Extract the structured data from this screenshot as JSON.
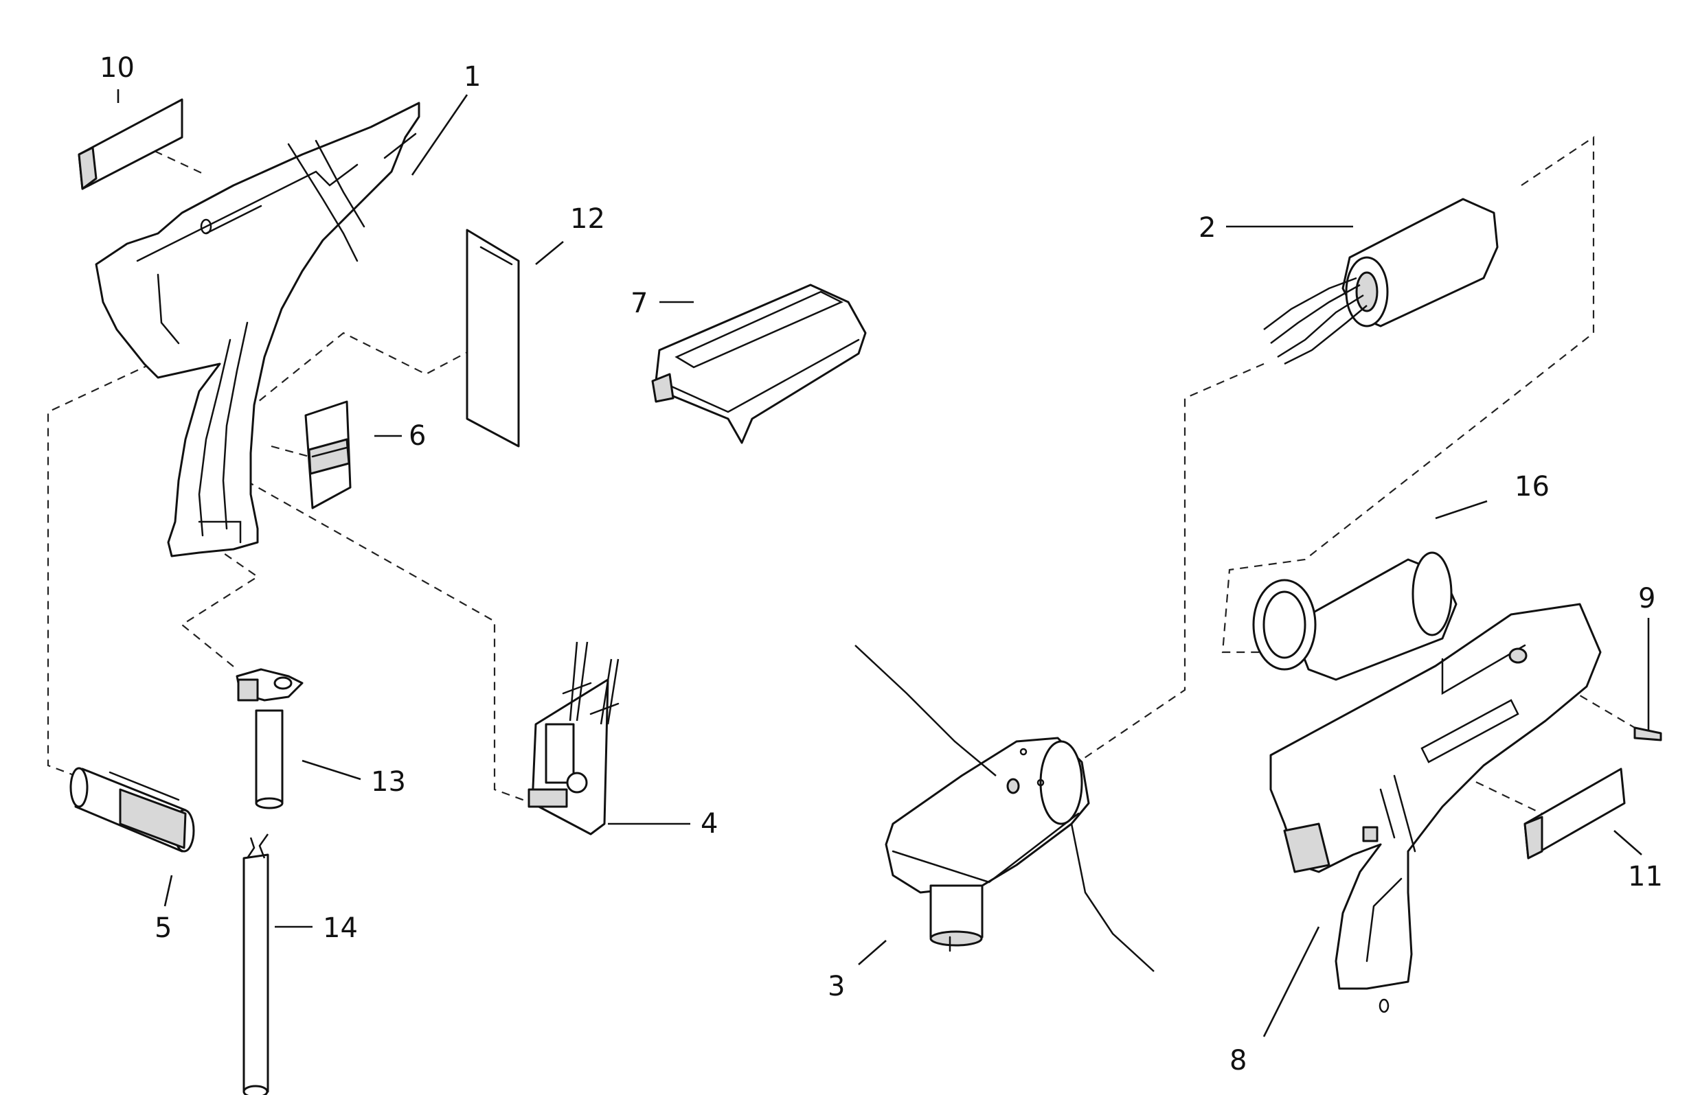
{
  "diagram": {
    "type": "exploded-parts-view",
    "callouts": [
      {
        "id": "1",
        "label": "1"
      },
      {
        "id": "2",
        "label": "2"
      },
      {
        "id": "3",
        "label": "3"
      },
      {
        "id": "4",
        "label": "4"
      },
      {
        "id": "5",
        "label": "5"
      },
      {
        "id": "6",
        "label": "6"
      },
      {
        "id": "7",
        "label": "7"
      },
      {
        "id": "8",
        "label": "8"
      },
      {
        "id": "9",
        "label": "9"
      },
      {
        "id": "10",
        "label": "10"
      },
      {
        "id": "11",
        "label": "11"
      },
      {
        "id": "12",
        "label": "12"
      },
      {
        "id": "13",
        "label": "13"
      },
      {
        "id": "14",
        "label": "14"
      },
      {
        "id": "16",
        "label": "16"
      }
    ],
    "colors": {
      "line": "#111111",
      "background": "#ffffff",
      "shade": "#d8d8d8"
    }
  }
}
